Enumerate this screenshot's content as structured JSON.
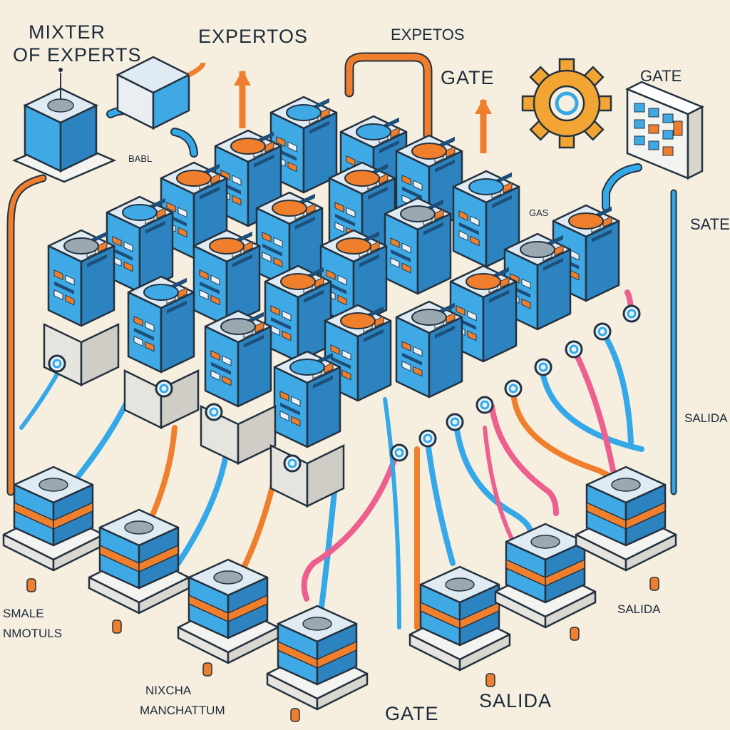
{
  "labels": {
    "title_line1": "MIXTER",
    "title_line2": "OF EXPERTS",
    "expertos": "EXPERTOS",
    "expetos": "EXPETOS",
    "gate_top": "GATE",
    "gate_right": "GATE",
    "sate": "SATE",
    "babl": "BABL",
    "gas": "GAS",
    "salida_right": "SALIDA",
    "salida_mid": "SALIDA",
    "salida_bottom": "SALIDA",
    "gate_bottom": "GATE",
    "smale": "SMALE",
    "nmotuls": "NMOTULS",
    "nixcha": "NIXCHA",
    "manchattum": "MANCHATTUM"
  },
  "colors": {
    "background": "#f6efe0",
    "cube_blue": "#3fa9e6",
    "cube_dark": "#2c83c0",
    "top_face": "#dfeaf2",
    "accent_orange": "#f07f2d",
    "pipe_blue": "#34a8e8",
    "pipe_pink": "#ec5f8f",
    "outline": "#24323f"
  },
  "icons": [
    "gear-icon",
    "control-panel-icon",
    "input-cube-icon",
    "expert-cube-icon",
    "output-node-icon",
    "connector-ring-icon"
  ]
}
